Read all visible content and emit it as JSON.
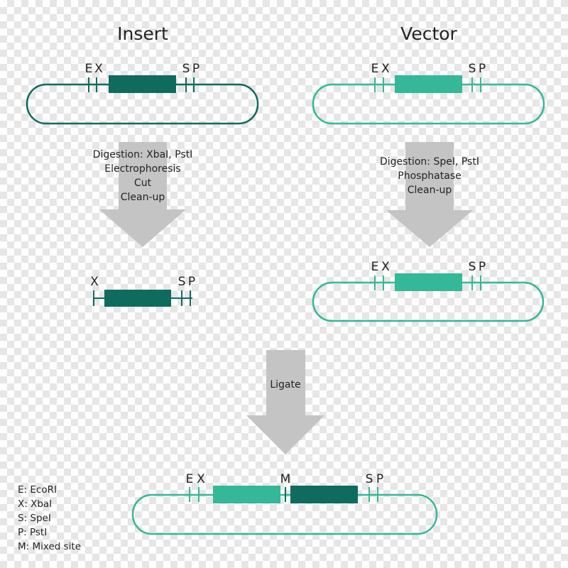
{
  "titles": {
    "insert": "Insert",
    "vector": "Vector"
  },
  "sites": {
    "E": "E",
    "X": "X",
    "S": "S",
    "P": "P",
    "M": "M"
  },
  "steps": {
    "insert": [
      "Digestion: XbaI, PstI",
      "Electrophoresis",
      "Cut",
      "Clean-up"
    ],
    "vector": [
      "Digestion: SpeI, PstI",
      "Phosphatase",
      "Clean-up"
    ],
    "ligate": "Ligate"
  },
  "legend": [
    "E: EcoRI",
    "X: XbaI",
    "S: SpeI",
    "P: PstI",
    "M: Mixed site"
  ],
  "colors": {
    "insert_dark": "#0e6b5e",
    "vector_light": "#34b897",
    "arrow_gray": "#c4c4c4"
  }
}
